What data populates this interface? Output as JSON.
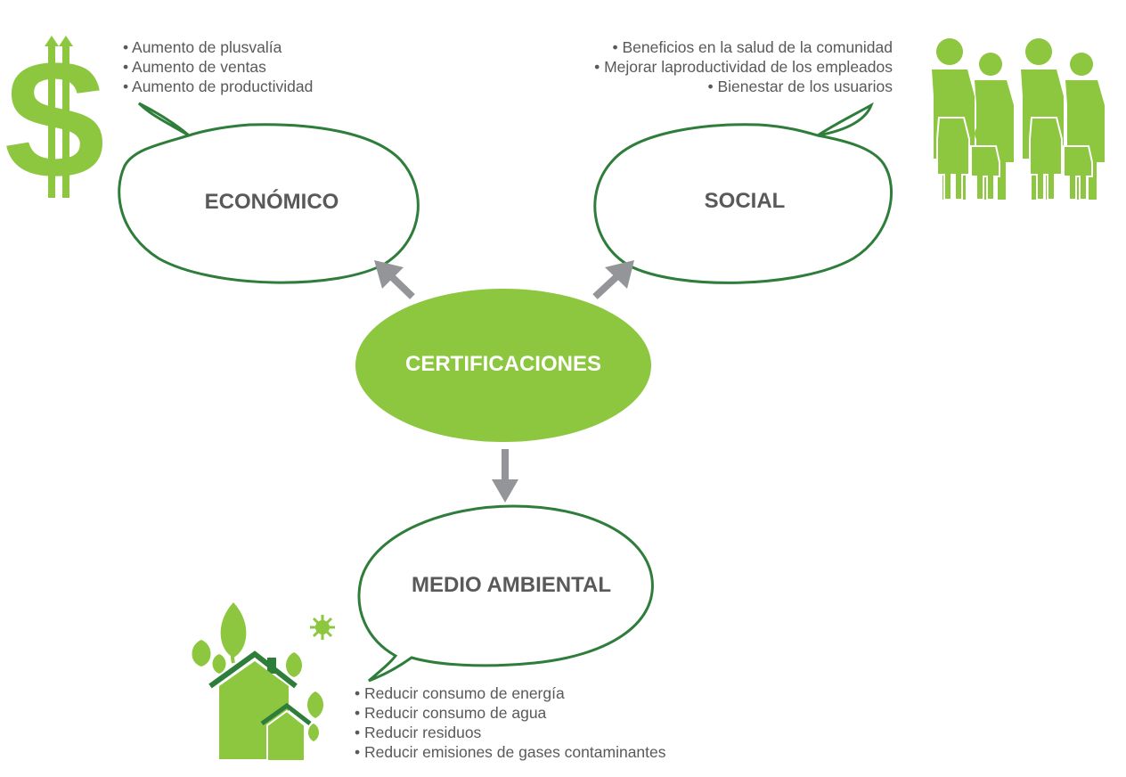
{
  "colors": {
    "green": "#8dc63f",
    "dark_green": "#2e7d3a",
    "arrow": "#939598",
    "text": "#58595b"
  },
  "center": {
    "label": "CERTIFICACIONES"
  },
  "economico": {
    "label": "ECONÓMICO",
    "icon": "dollar-icon",
    "items": [
      "• Aumento de plusvalía",
      "• Aumento de ventas",
      "• Aumento de productividad"
    ]
  },
  "social": {
    "label": "SOCIAL",
    "icon": "people-icon",
    "items": [
      "• Beneficios en la salud de la comunidad",
      "• Mejorar laproductividad de los empleados",
      "• Bienestar de los usuarios"
    ]
  },
  "ambiental": {
    "label": "MEDIO AMBIENTAL",
    "icon": "eco-house-icon",
    "items": [
      "• Reducir consumo de energía",
      "• Reducir consumo de agua",
      "• Reducir residuos",
      "• Reducir emisiones de gases contaminantes"
    ]
  }
}
